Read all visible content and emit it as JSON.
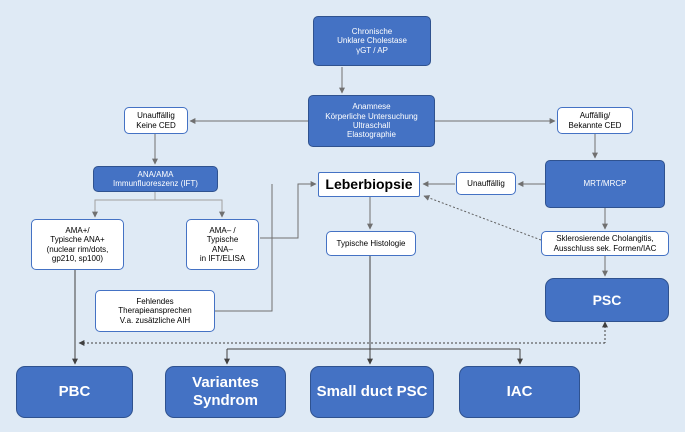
{
  "nodes": {
    "cholestase": "Chronische\nUnklare Cholestase\nγGT / AP",
    "anamnese": "Anamnese\nKörperliche Untersuchung\nUltraschall\nElastographie",
    "unauffaellig_ced": "Unauffällig\nKeine CED",
    "auffaellig_ced": "Auffällig/\nBekannte CED",
    "ana_ama": "ANA/AMA\nImmunfluoreszenz (IFT)",
    "leberbiopsie": "Leberbiopsie",
    "unauffaellig": "Unauffällig",
    "mrt": "MRT/MRCP",
    "ama_plus": "AMA+/\nTypische ANA+\n(nuclear rim/dots,\ngp210, sp100)",
    "ama_minus": "AMA– /\nTypische\nANA–\nin IFT/ELISA",
    "typische_histologie": "Typische Histologie",
    "sklerosierende": "Sklerosierende Cholangitis,\nAusschluss sek. Formen/IAC",
    "fehlendes": "Fehlendes\nTherapieansprechen\nV.a. zusätzliche AIH",
    "psc": "PSC",
    "pbc": "PBC",
    "variantes": "Variantes\nSyndrom",
    "small_duct": "Small duct PSC",
    "iac": "IAC"
  },
  "colors": {
    "background": "#dfeaf5",
    "box_fill": "#4472c4",
    "box_border": "#2f528f",
    "line": "#808080",
    "line_dark": "#404040"
  }
}
